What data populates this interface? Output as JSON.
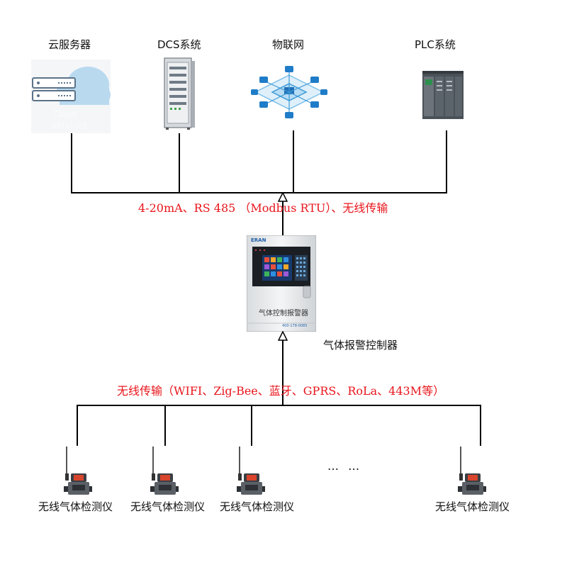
{
  "top_nodes": {
    "cloud": "云服务器",
    "cloud_logo_text": [
      "Cloud",
      "Services"
    ],
    "dcs": "DCS系统",
    "iot": "物联网",
    "plc": "PLC系统"
  },
  "upper_bus_label": "4-20mA、RS 485 （Modbus RTU）、无线传输",
  "controller": {
    "brand": "ERAN",
    "panel_label": "气体控制报警器",
    "phone": "400-178-0085",
    "caption": "气体报警控制器"
  },
  "lower_bus_label": "无线传输（WIFI、Zig-Bee、蓝牙、GPRS、RoLa、443M等）",
  "detectors": [
    {
      "label": "无线气体检测仪"
    },
    {
      "label": "无线气体检测仪"
    },
    {
      "label": "无线气体检测仪"
    },
    {
      "label": "无线气体检测仪"
    }
  ],
  "ellipsis": "… …",
  "colors": {
    "wire": "#000000",
    "protocol_text": "#e8141b",
    "cloud": "#b9d9ef"
  }
}
